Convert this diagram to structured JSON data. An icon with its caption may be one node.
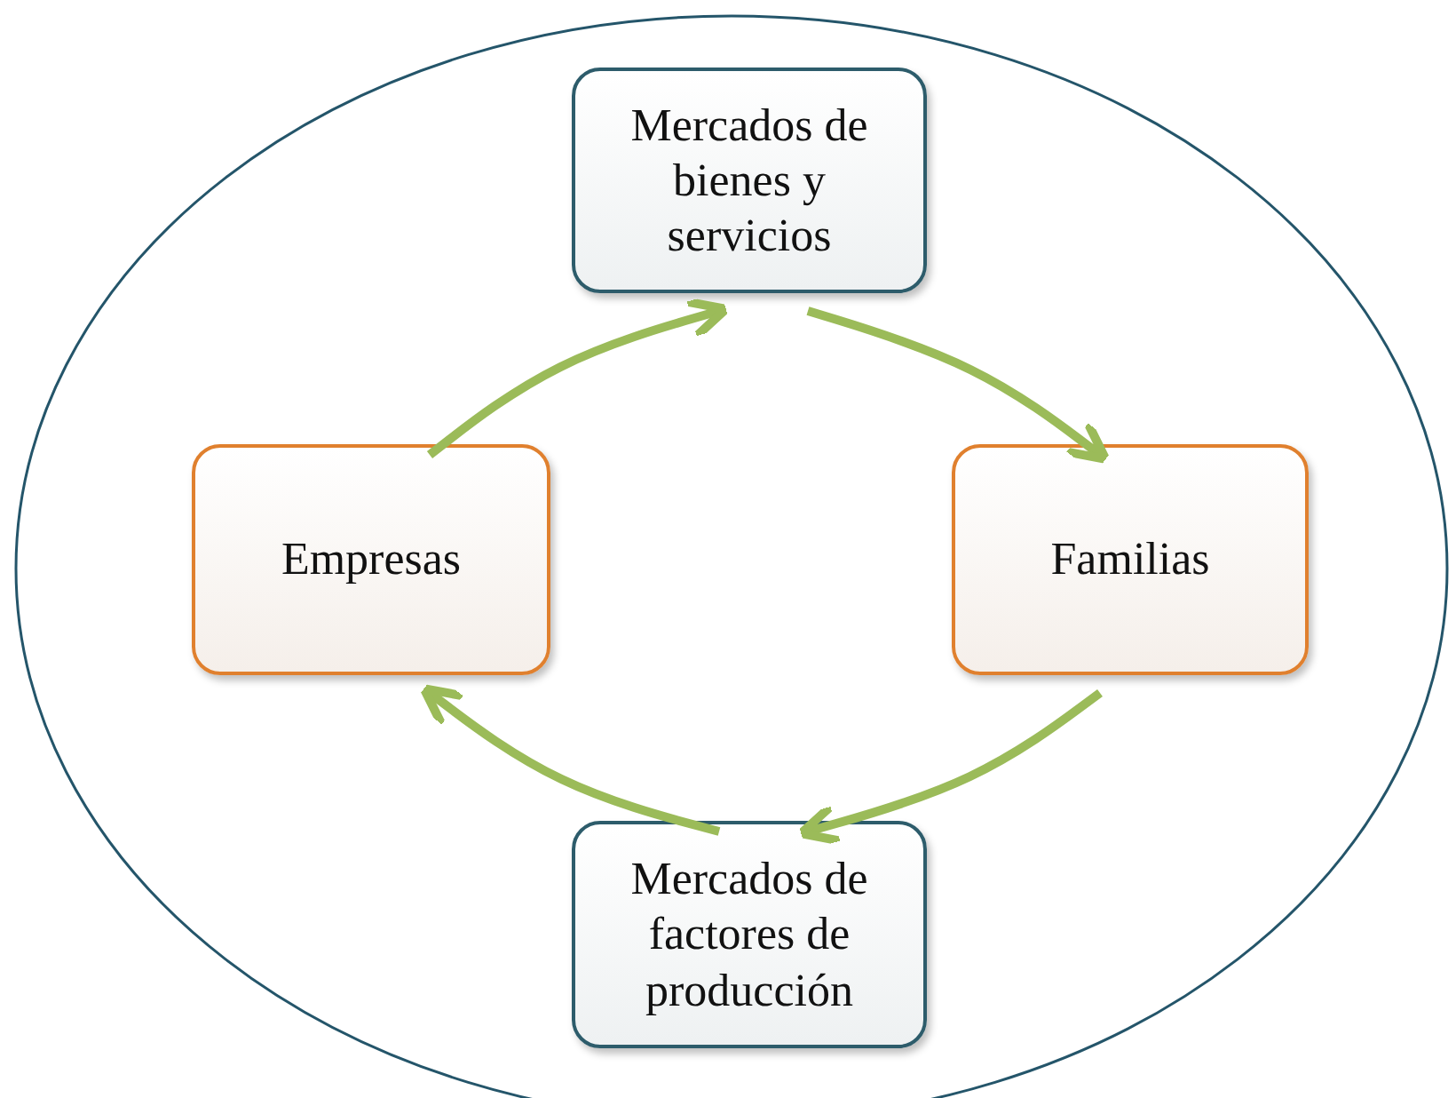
{
  "diagram": {
    "nodes": [
      {
        "text": [],
        "shape": "ellipse"
      },
      {
        "text": [
          "Mercados de bienes y servicios"
        ],
        "in": 0
      },
      {
        "text": [
          "Empresas"
        ],
        "in": 0
      },
      {
        "text": [
          "Familias"
        ],
        "in": 0
      },
      {
        "text": [
          "Mercados de factores de producción"
        ],
        "in": 0
      }
    ],
    "edges": [
      {
        "from": 2,
        "to": 1,
        "arrow": "to"
      },
      {
        "from": 1,
        "to": 3,
        "arrow": "to"
      },
      {
        "from": 3,
        "to": 4,
        "arrow": "to"
      },
      {
        "from": 4,
        "to": 2,
        "arrow": "to"
      }
    ]
  }
}
